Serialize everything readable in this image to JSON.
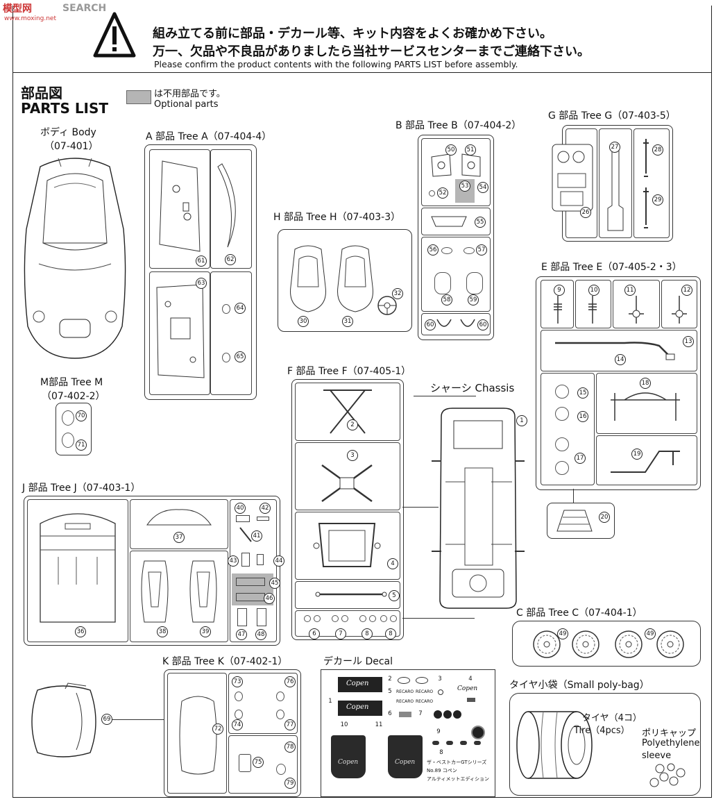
{
  "watermark": {
    "logo": "模型网",
    "search": "SEARCH",
    "url": "www.moxing.net"
  },
  "header": {
    "line1": "組み立てる前に部品・デカール等、キット内容をよくお確かめ下さい。",
    "line2": "万一、欠品や不良品がありましたら当社サービスセンターまでご連絡下さい。",
    "line3": "Please confirm the product contents with the following PARTS LIST before assembly."
  },
  "parts_list": {
    "jp": "部品図",
    "en": "PARTS LIST"
  },
  "legend": {
    "jp": "は不用部品です。",
    "en": "Optional parts",
    "swatch_color": "#b5b5b5"
  },
  "body": {
    "label_1": "ボディ Body",
    "label_2": "（07-401）"
  },
  "tree_a": {
    "label": "A 部品 Tree A（07-404-4）",
    "nums": [
      "61",
      "62",
      "63",
      "64",
      "65"
    ]
  },
  "tree_b": {
    "label": "B 部品 Tree B（07-404-2）",
    "nums": [
      "50",
      "51",
      "52",
      "53",
      "54",
      "55",
      "56",
      "57",
      "58",
      "59",
      "60",
      "60"
    ]
  },
  "tree_g": {
    "label": "G 部品 Tree G（07-403-5）",
    "nums": [
      "26",
      "27",
      "28",
      "29"
    ]
  },
  "tree_h": {
    "label": "H 部品 Tree H（07-403-3）",
    "nums": [
      "30",
      "31",
      "32"
    ]
  },
  "tree_e": {
    "label": "E 部品 Tree E（07-405-2・3）",
    "nums": [
      "9",
      "10",
      "11",
      "12",
      "13",
      "14",
      "15",
      "16",
      "17",
      "18",
      "19",
      "20"
    ]
  },
  "tree_m": {
    "label_1": "M部品 Tree M",
    "label_2": "（07-402-2）",
    "nums": [
      "70",
      "71"
    ]
  },
  "tree_f": {
    "label": "F 部品 Tree F（07-405-1）",
    "nums": [
      "2",
      "3",
      "4",
      "5",
      "6",
      "7",
      "8",
      "8"
    ]
  },
  "chassis": {
    "label": "シャーシ Chassis",
    "num": "1"
  },
  "tree_j": {
    "label": "J 部品 Tree J（07-403-1）",
    "nums": [
      "36",
      "37",
      "38",
      "39",
      "40",
      "41",
      "42",
      "43",
      "44",
      "45",
      "46",
      "47",
      "48"
    ]
  },
  "tree_c": {
    "label": "C 部品 Tree C（07-404-1）",
    "nums": [
      "49",
      "49"
    ]
  },
  "tree_k": {
    "label": "K 部品 Tree K（07-402-1）",
    "nums": [
      "69",
      "72",
      "73",
      "74",
      "75",
      "76",
      "77",
      "78",
      "79"
    ]
  },
  "decal": {
    "label": "デカール Decal",
    "nums": [
      "1",
      "2",
      "3",
      "4",
      "5",
      "6",
      "7",
      "8",
      "9",
      "10",
      "11"
    ],
    "brand": "Copen",
    "recaro": "RECARO",
    "note_1": "ザ・ベストカーGTシリーズ",
    "note_2": "No.89 コペン",
    "note_3": "アルティメットエディション"
  },
  "poly_bag": {
    "label": "タイヤ小袋（Small poly-bag）",
    "tire_jp": "タイヤ（4コ）",
    "tire_en": "Tire（4pcs）",
    "sleeve_jp": "ポリキャップ",
    "sleeve_en_1": "Polyethylene",
    "sleeve_en_2": "sleeve"
  }
}
